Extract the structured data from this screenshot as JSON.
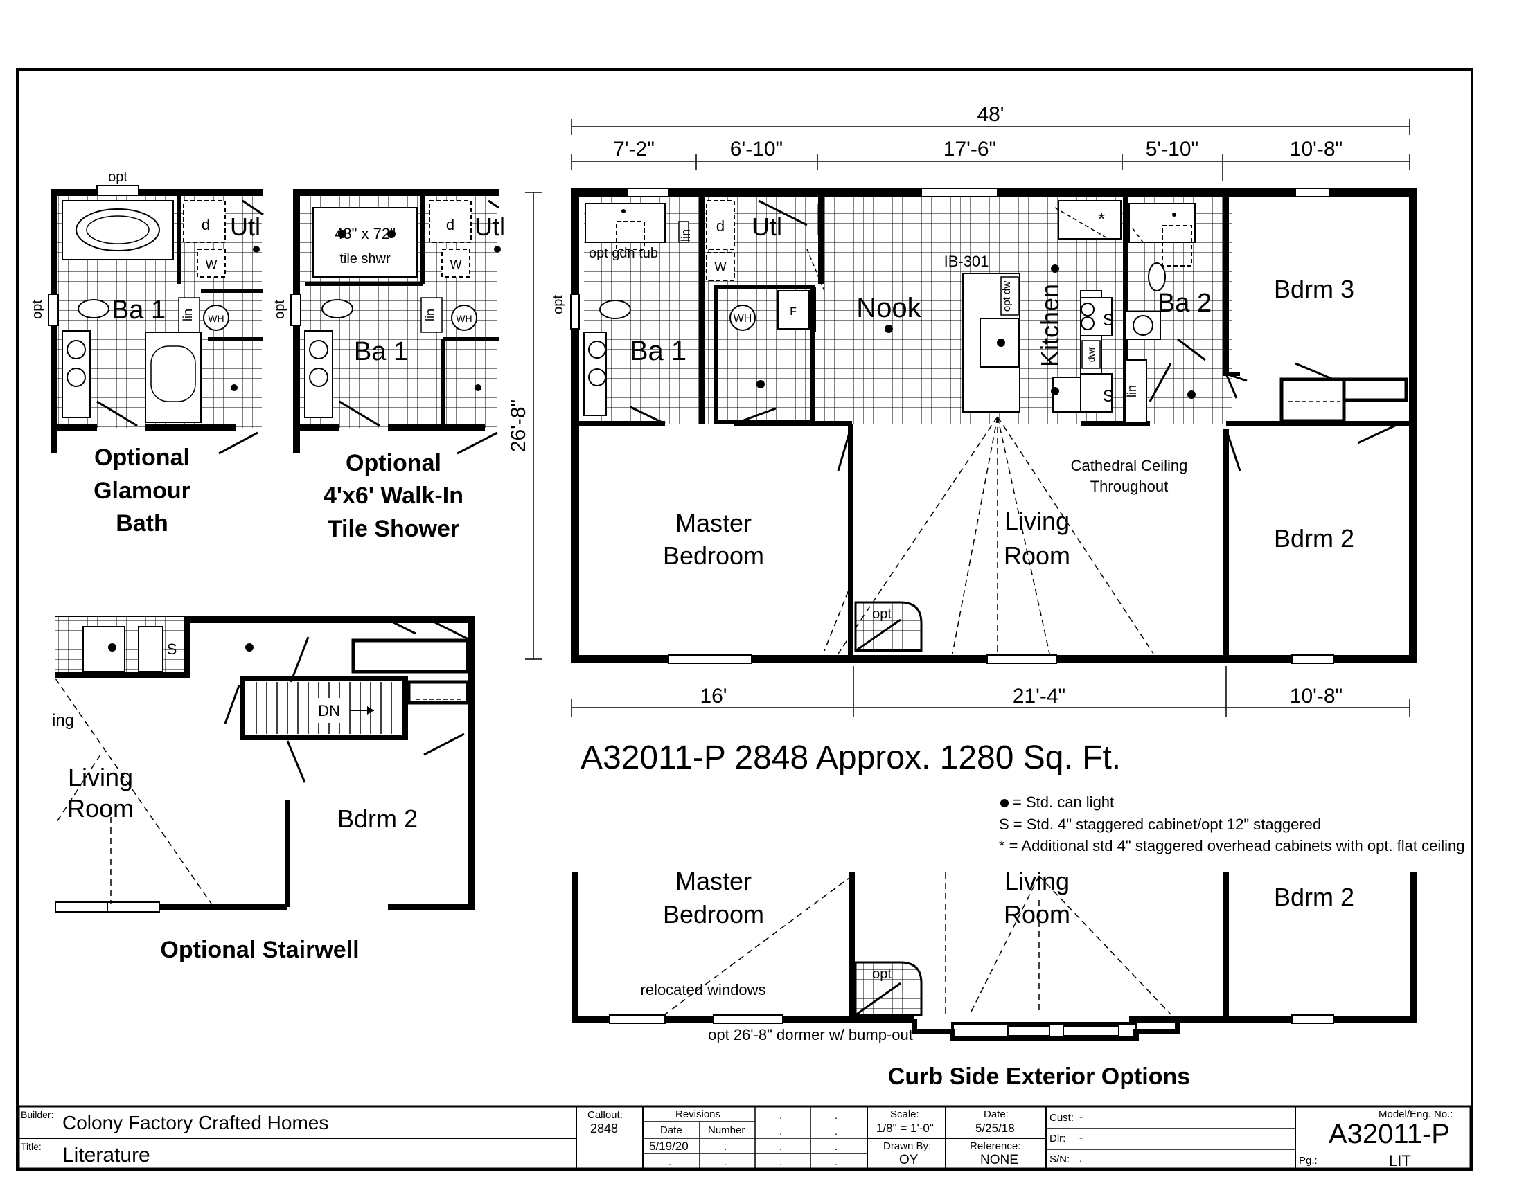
{
  "dims_top": {
    "overall": "48'",
    "segments": [
      "7'-2\"",
      "6'-10\"",
      "17'-6\"",
      "5'-10\"",
      "10'-8\""
    ]
  },
  "dims_bottom": [
    "16'",
    "21'-4\"",
    "10'-8\""
  ],
  "dim_side": "26'-8\"",
  "main_plan": {
    "opt": "opt",
    "utl": "Utl",
    "d": "d",
    "w": "W",
    "opt_gdn_tub": "opt gdn tub",
    "lin": "lin",
    "wh": "WH",
    "f": "F",
    "ba1": "Ba 1",
    "nook": "Nook",
    "island": "IB-301",
    "opt_dw": "opt dw",
    "kitchen": "Kitchen",
    "star": "*",
    "s": "S",
    "dwr": "dwr",
    "ba2": "Ba 2",
    "bdrm3": "Bdrm 3",
    "bdrm2": "Bdrm 2",
    "master": [
      "Master",
      "Bedroom"
    ],
    "living": [
      "Living",
      "Room"
    ],
    "ceiling": [
      "Cathedral Ceiling",
      "Throughout"
    ]
  },
  "glamour": {
    "opt_top": "opt",
    "opt_side": "opt",
    "d": "d",
    "w": "W",
    "utl": "Utl",
    "ba1": "Ba 1",
    "lin": "lin",
    "wh": "WH",
    "caption": [
      "Optional",
      "Glamour",
      "Bath"
    ]
  },
  "walkin": {
    "tile": [
      "48\" x 72\"",
      "tile shwr"
    ],
    "d": "d",
    "w": "W",
    "utl": "Utl",
    "opt_side": "opt",
    "ba1": "Ba 1",
    "lin": "lin",
    "wh": "WH",
    "caption": [
      "Optional",
      "4'x6' Walk-In",
      "Tile Shower"
    ]
  },
  "stairwell": {
    "s": "S",
    "dn": "DN",
    "ing": "ing",
    "living": [
      "Living",
      "Room"
    ],
    "bdrm2": "Bdrm 2",
    "caption": "Optional Stairwell"
  },
  "model_title": "A32011-P 2848  Approx. 1280 Sq. Ft.",
  "legend": [
    "= Std. can light",
    "S = Std. 4\" staggered cabinet/opt 12\" staggered",
    "* = Additional std 4\" staggered overhead cabinets with opt. flat ceiling"
  ],
  "curb": {
    "master": [
      "Master",
      "Bedroom"
    ],
    "living": [
      "Living",
      "Room"
    ],
    "bdrm2": "Bdrm 2",
    "opt": "opt",
    "relocated": "relocated windows",
    "dormer": "opt 26'-8\" dormer w/ bump-out",
    "caption": "Curb Side Exterior Options"
  },
  "title_block": {
    "builder_label": "Builder:",
    "builder": "Colony Factory Crafted Homes",
    "title_label": "Title:",
    "title": "Literature",
    "callout_label": "Callout:",
    "callout": "2848",
    "revisions_label": "Revisions",
    "date_col": "Date",
    "number_col": "Number",
    "rev_date": "5/19/20",
    "dot": ".",
    "scale_label": "Scale:",
    "scale": "1/8\" = 1'-0\"",
    "date_label": "Date:",
    "date": "5/25/18",
    "drawn_label": "Drawn By:",
    "drawn": "OY",
    "reference_label": "Reference:",
    "reference": "NONE",
    "cust_label": "Cust:",
    "cust": "-",
    "dlr_label": "Dlr:",
    "dlr": "-",
    "sn_label": "S/N:",
    "sn": ".",
    "model_label": "Model/Eng. No.:",
    "model": "A32011-P",
    "pg_label": "Pg.:",
    "pg": "LIT"
  }
}
